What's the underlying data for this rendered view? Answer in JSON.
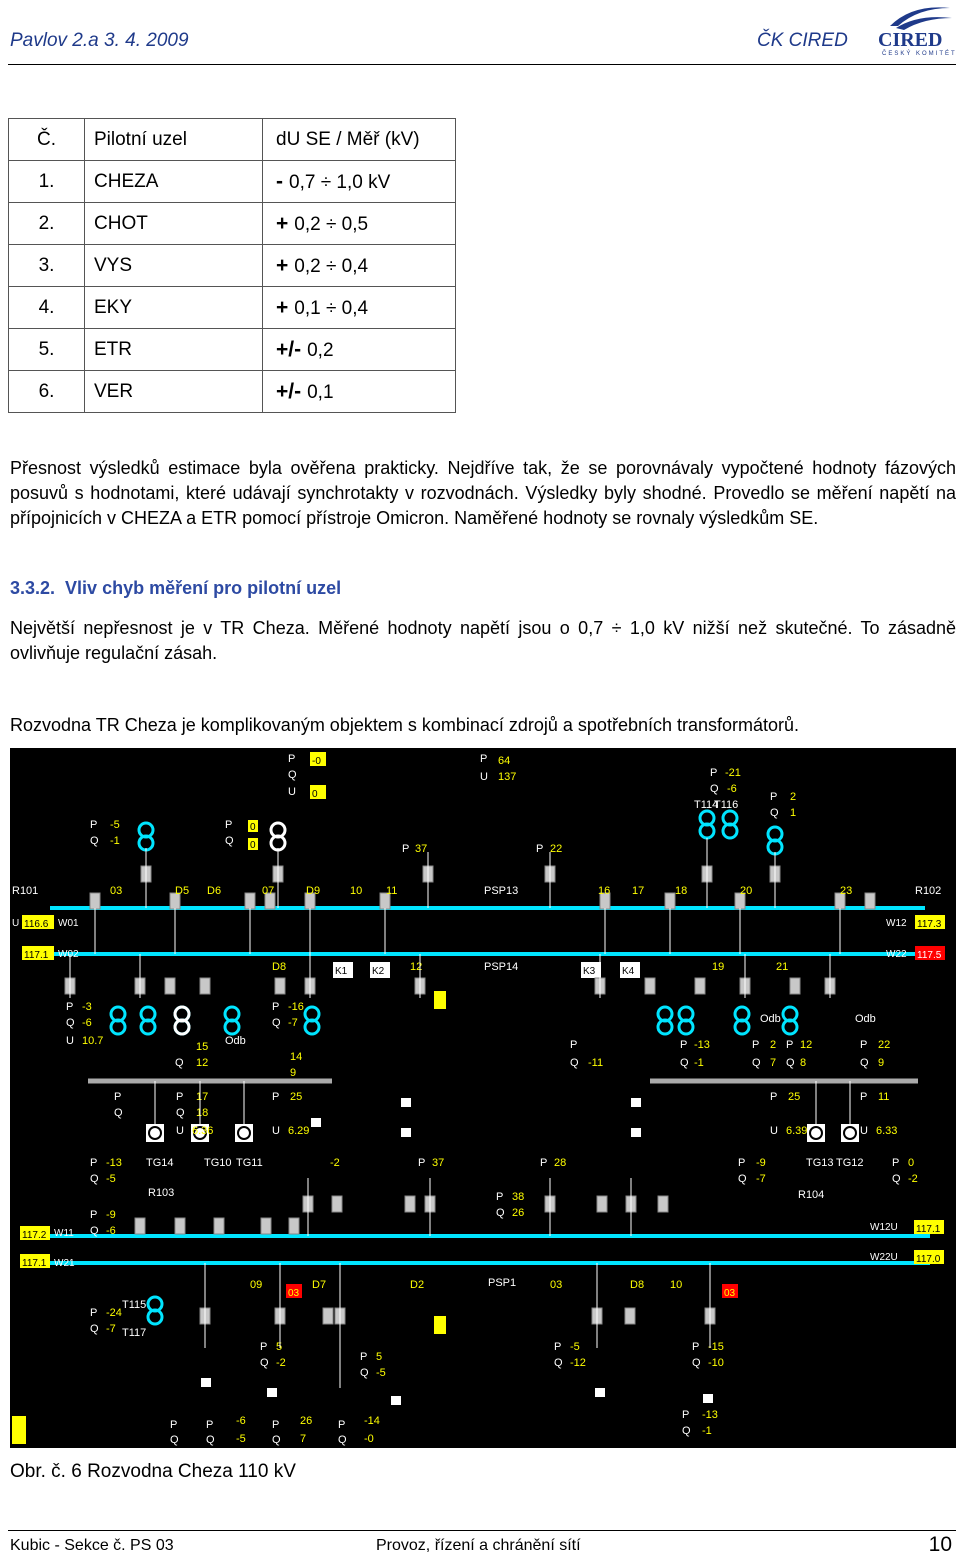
{
  "header": {
    "left": "Pavlov 2.a 3. 4. 2009",
    "right": "ČK CIRED",
    "logo_text": "CIRED",
    "logo_subtext": "ČESKÝ KOMITÉT"
  },
  "table": {
    "head": [
      "Č.",
      "Pilotní uzel",
      "dU SE / Měř (kV)"
    ],
    "rows": [
      {
        "n": "1.",
        "name": "CHEZA",
        "sign": "-",
        "value": "0,7 ÷ 1,0 kV"
      },
      {
        "n": "2.",
        "name": "CHOT",
        "sign": "+",
        "value": "0,2 ÷ 0,5"
      },
      {
        "n": "3.",
        "name": "VYS",
        "sign": "+",
        "value": "0,2 ÷ 0,4"
      },
      {
        "n": "4.",
        "name": "EKY",
        "sign": "+",
        "value": "0,1 ÷ 0,4"
      },
      {
        "n": "5.",
        "name": "ETR",
        "sign": "+/-",
        "value": "0,2"
      },
      {
        "n": "6.",
        "name": "VER",
        "sign": "+/-",
        "value": "0,1"
      }
    ]
  },
  "paragraphs": {
    "p1": "Přesnost výsledků estimace byla ověřena prakticky. Nejdříve tak, že se porovnávaly vypočtené hodnoty fázových posuvů s hodnotami, které udávají synchrotakty v rozvodnách. Výsledky byly shodné. Provedlo se měření napětí na přípojnicích v CHEZA a ETR pomocí přístroje Omicron. Naměřené hodnoty se rovnaly výsledkům SE.",
    "section_num": "3.3.2.",
    "section_title": "Vliv chyb měření pro pilotní uzel",
    "p2": "Největší nepřesnost je v TR Cheza. Měřené hodnoty napětí jsou o 0,7 ÷ 1,0 kV nižší než skutečné. To zásadně ovlivňuje regulační zásah.",
    "p3": "Rozvodna TR Cheza je komplikovaným objektem s kombinací zdrojů a spotřebních transformátorů."
  },
  "diagram": {
    "title_top": "CHEZA 2",
    "title_bottom": "CHEZA 1",
    "labels": {
      "r101": "R101",
      "r102": "R102",
      "r103": "R103",
      "r104": "R104",
      "w01": "W01",
      "w02": "W02",
      "w11": "W11",
      "w12": "W12",
      "w21": "W21",
      "w22": "W22",
      "w12u": "W12U",
      "w22u": "W22U",
      "u_116": "116.6",
      "u_117a": "117.1",
      "u_1173": "117.3",
      "u_1175": "117.5",
      "u_1172": "117.2",
      "u_117b": "117.1",
      "u_1170": "117.0",
      "psp13": "PSP13",
      "psp14": "PSP14",
      "psp1": "PSP1",
      "tg14": "TG14",
      "tg10": "TG10",
      "tg11": "TG11",
      "tg13": "TG13",
      "tg12": "TG12",
      "t114": "T114",
      "t116": "T116",
      "t115": "T115",
      "t117": "T117",
      "odb": "Odb",
      "p_top": "P",
      "q_top": "Q",
      "u_top": "U",
      "v_m0": "-0",
      "v_0": "0",
      "v_64": "64",
      "v_137": "137",
      "v_m21": "-21",
      "v_m6": "-6",
      "v_2": "2",
      "v_1": "1",
      "v_m5": "-5",
      "v_m1": "-1",
      "v_37": "37",
      "v_22": "22",
      "n_03": "03",
      "n_d5": "D5",
      "n_d6": "D6",
      "n_07": "07",
      "n_d9": "D9",
      "n_10": "10",
      "n_11": "11",
      "n_16": "16",
      "n_17": "17",
      "n_18": "18",
      "n_20": "20",
      "n_23": "23",
      "n_12": "12",
      "n_d8": "D8",
      "n_19": "19",
      "n_21": "21",
      "k1": "K1",
      "k2": "K2",
      "k3": "K3",
      "k4": "K4",
      "v_m3": "-3",
      "v_m6b": "-6",
      "v_107": "10.7",
      "v_m16": "-16",
      "v_m7": "-7",
      "v_15": "15",
      "v_14": "14",
      "v_9": "9",
      "v_13": "13",
      "v_12": "12",
      "v_m11": "-11",
      "v_m13": "-13",
      "v_8": "8",
      "v_m9": "-9",
      "v_17": "17",
      "v_18": "18",
      "v_636": "6.36",
      "v_25": "25",
      "v_629": "6.29",
      "v_11": "11",
      "v_639": "6.39",
      "v_633": "6.33",
      "v_m24": "-24",
      "v_m2": "-2",
      "v_28": "28",
      "v_38": "38",
      "v_26": "26",
      "v_m14": "-14",
      "n_09": "09",
      "n_d7": "D7",
      "n_d2": "D2",
      "n_03b": "03",
      "n_d8b": "D8",
      "n_10b": "10",
      "v_m10": "-10",
      "v_m12": "-12",
      "v_m5b": "-5",
      "v_m15": "-15",
      "v_6": "6",
      "v_5": "5",
      "v_7": "7"
    }
  },
  "caption": "Obr. č. 6  Rozvodna Cheza 110 kV",
  "footer": {
    "left": "Kubic - Sekce č. PS 03",
    "center": "Provoz, řízení a chránění sítí",
    "page": "10"
  }
}
